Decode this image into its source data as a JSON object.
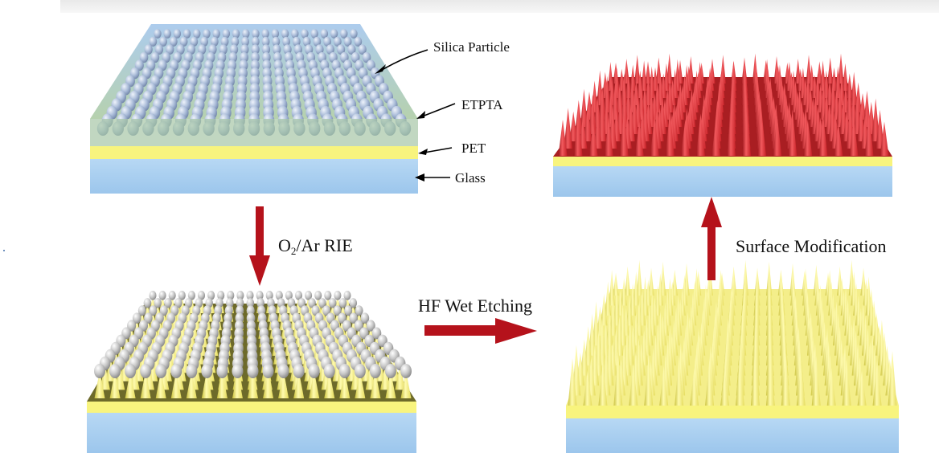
{
  "colors": {
    "silica": "#a9bfe0",
    "etpta_layer": "#9cc3ea",
    "pet_layer": "#f8f47e",
    "glass_layer": "#a9cff0",
    "silver_particle": "#c9c9c9",
    "yellow_cone": "#f6ee7a",
    "red_cone": "#dc2a2f",
    "arrow_red": "#b5121b"
  },
  "labels": {
    "silica_particle": "Silica Particle",
    "etpta": "ETPTA",
    "pet": "PET",
    "glass": "Glass",
    "rie_step": {
      "o": "O",
      "sub": "2",
      "rest": "/Ar RIE"
    },
    "hf_step": "HF Wet Etching",
    "surface_step": "Surface Modification"
  },
  "panels": [
    {
      "id": "initial",
      "structure": "silica-particles-in-etpta"
    },
    {
      "id": "after-rie",
      "structure": "particles-on-yellow-cones"
    },
    {
      "id": "after-hf",
      "structure": "yellow-cones"
    },
    {
      "id": "modified",
      "structure": "red-cones"
    }
  ]
}
